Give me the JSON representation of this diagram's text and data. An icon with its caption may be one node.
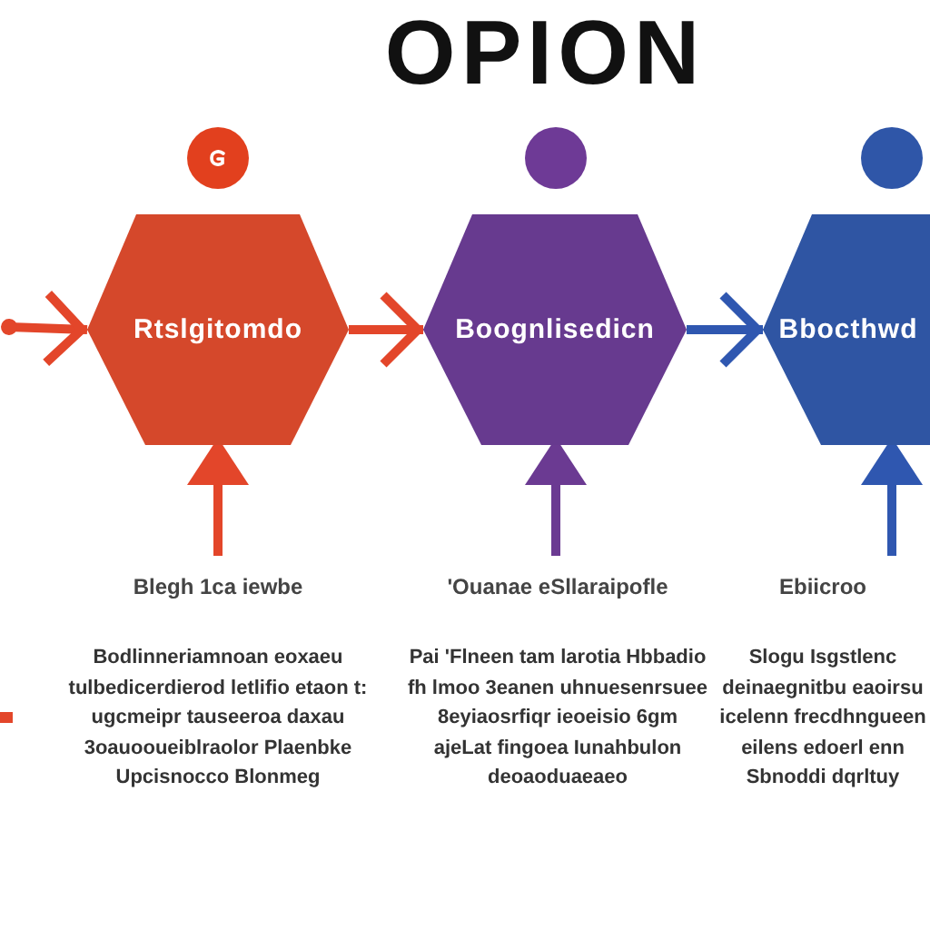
{
  "diagram": {
    "title": "OPION",
    "nodes": [
      {
        "text": [
          "Rtslgitomdo"
        ]
      },
      {
        "text": [
          "Boognlisedicn"
        ]
      },
      {
        "text": [
          "Bbocthwd"
        ]
      },
      {
        "text": [
          "Blegh 1ca iewbe",
          "Bodlinneriamnoan eoxaeu tulbedicerdierod letlifio etaon t: ugcmeipr tauseeroa daxau 3oauooueiblraolor Plaenbke Upcisnocco Blonmeg"
        ]
      },
      {
        "text": [
          "'Ouanae eSllaraipofle",
          "Pai 'Flneen tam larotia Hbbadio fh lmoo 3eanen uhnuesenrsuee 8eyiaosrfiqr ieoeisio 6gm ajeLat fingoea Iunahbulon deoaoduaeaeo"
        ]
      },
      {
        "text": [
          "Ebiicroo",
          "Slogu Isgstlenc deinaegnitbu eaoirsu icelenn frecdhngueen eilens edoerl enn Sbnoddi dqrltuy"
        ]
      }
    ],
    "edges": [
      {
        "from": null,
        "to": 0,
        "arrow": "to",
        "color": "#e3462a"
      },
      {
        "from": 0,
        "to": 1,
        "arrow": "to",
        "color": "#e3462a"
      },
      {
        "from": 1,
        "to": 2,
        "arrow": "to",
        "color": "#2f57b0"
      },
      {
        "from": 3,
        "to": 0,
        "arrow": "to",
        "color": "#e3462a"
      },
      {
        "from": 4,
        "to": 1,
        "arrow": "to",
        "color": "#6b3a92"
      },
      {
        "from": 5,
        "to": 2,
        "arrow": "to",
        "color": "#2f57b0"
      }
    ]
  }
}
